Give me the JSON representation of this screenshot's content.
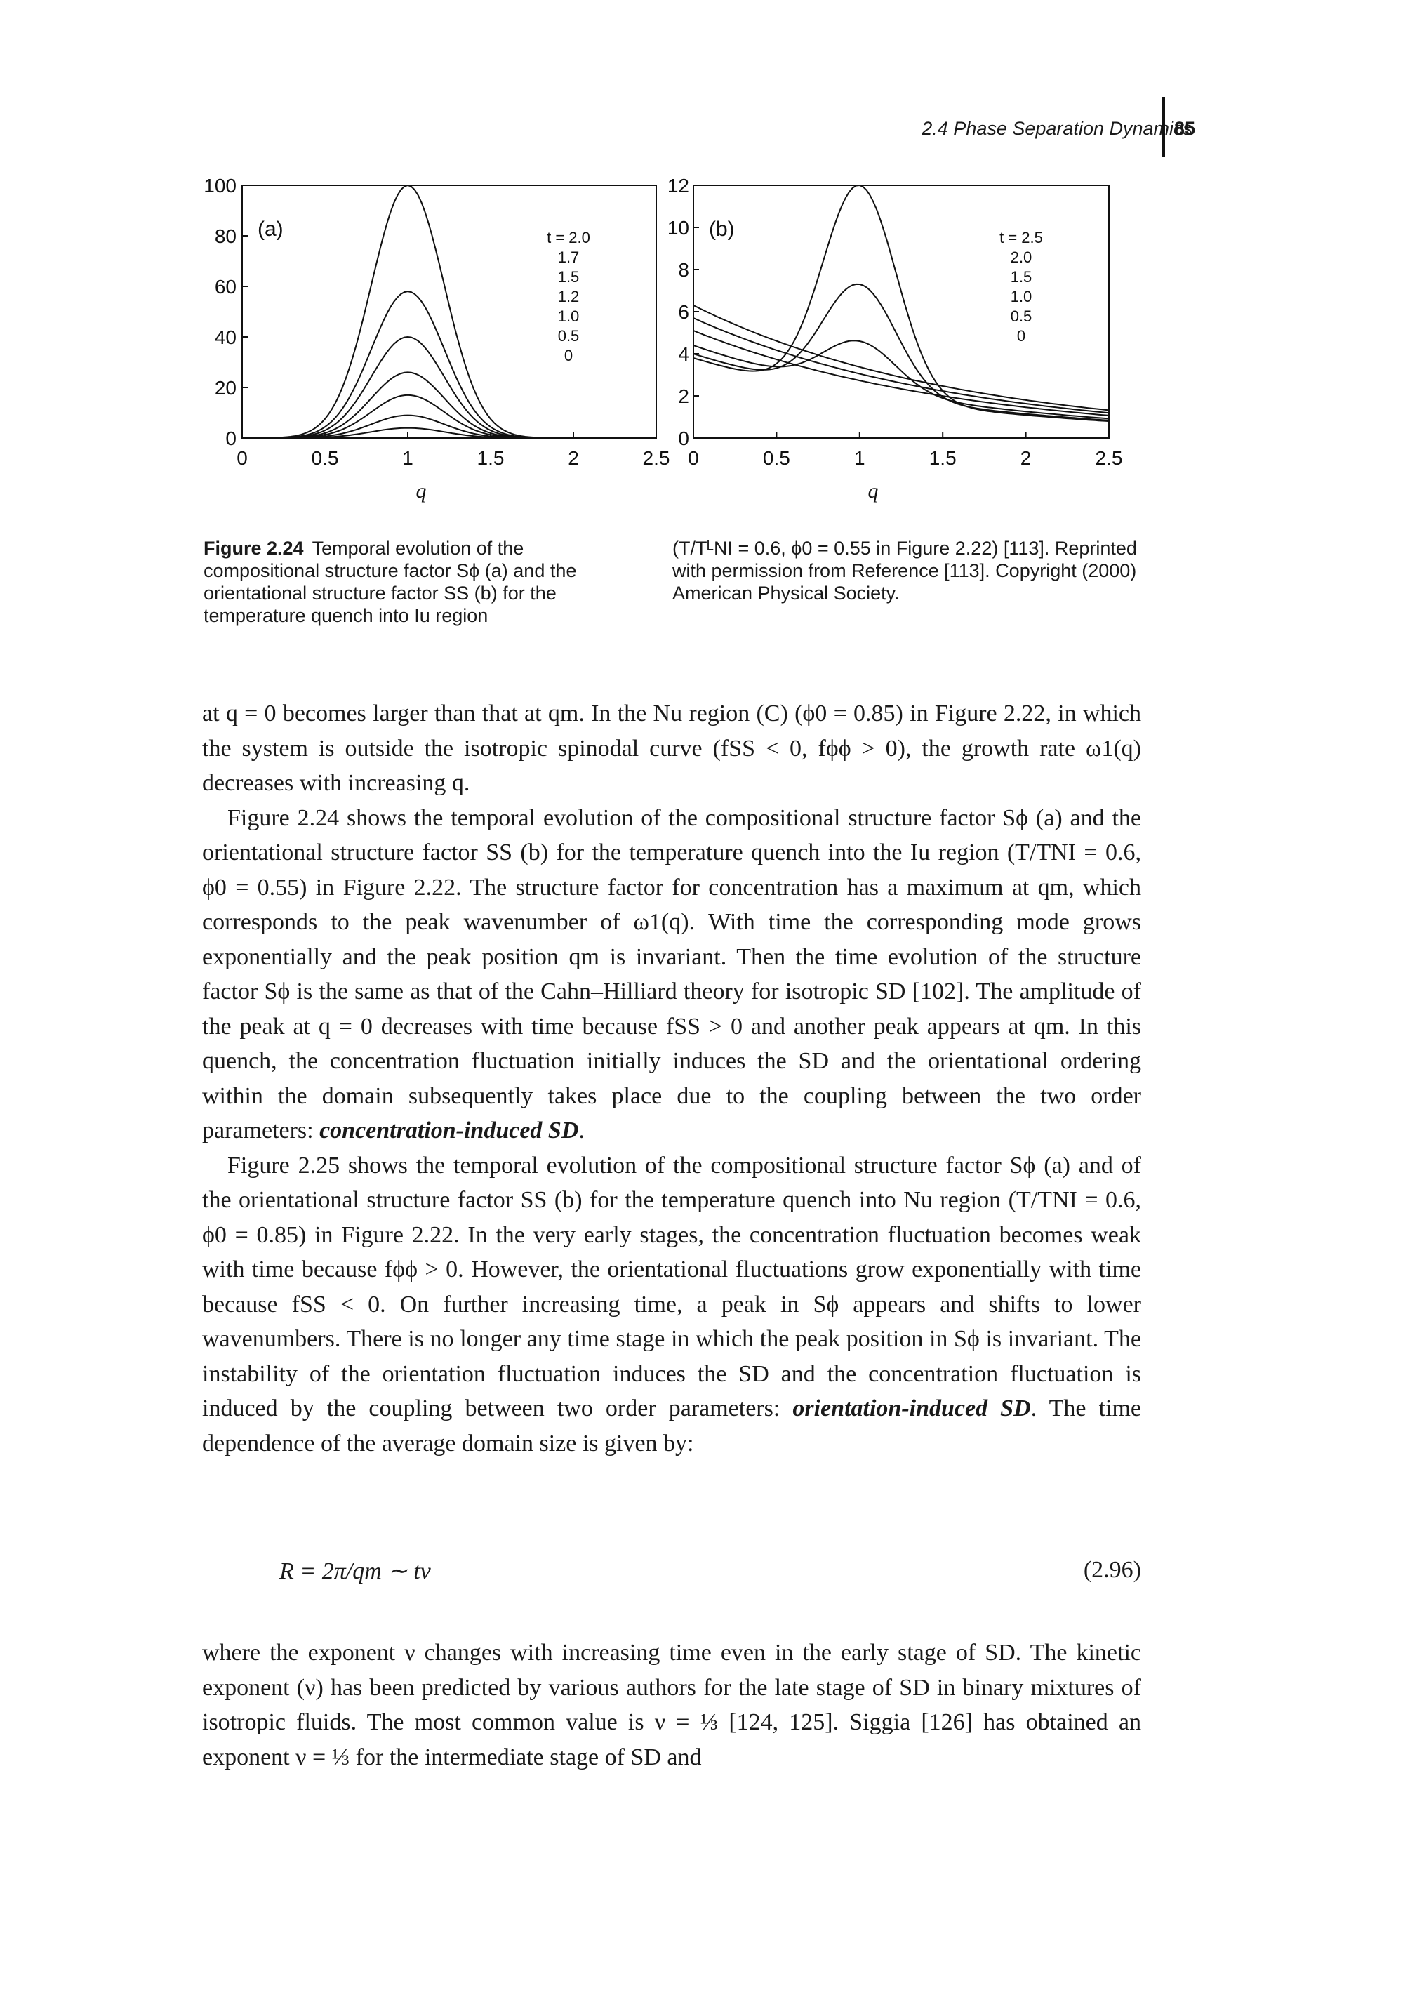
{
  "header": {
    "running_title": "2.4 Phase Separation Dynamics",
    "page_number": "85"
  },
  "figure": {
    "panel_a": {
      "label": "(a)",
      "xlabel": "q",
      "xticks": [
        "0",
        "0.5",
        "1",
        "1.5",
        "2",
        "2.5"
      ],
      "yticks": [
        "0",
        "20",
        "40",
        "60",
        "80",
        "100"
      ],
      "legend": [
        "t = 2.0",
        "1.7",
        "1.5",
        "1.2",
        "1.0",
        "0.5",
        "0"
      ]
    },
    "panel_b": {
      "label": "(b)",
      "xlabel": "q",
      "xticks": [
        "0",
        "0.5",
        "1",
        "1.5",
        "2",
        "2.5"
      ],
      "yticks": [
        "0",
        "2",
        "4",
        "6",
        "8",
        "10",
        "12"
      ],
      "legend": [
        "t = 2.5",
        "2.0",
        "1.5",
        "1.0",
        "0.5",
        "0"
      ]
    }
  },
  "chart_data": [
    {
      "type": "line",
      "panel": "(a)",
      "xlabel": "q",
      "ylabel": "",
      "xlim": [
        0,
        2.5
      ],
      "ylim": [
        0,
        100
      ],
      "series": [
        {
          "name": "t = 2.0",
          "peak_q": 1.0,
          "peak_value": 100,
          "value_at_q0": 0
        },
        {
          "name": "1.7",
          "peak_q": 1.0,
          "peak_value": 58,
          "value_at_q0": 0
        },
        {
          "name": "1.5",
          "peak_q": 1.0,
          "peak_value": 40,
          "value_at_q0": 0
        },
        {
          "name": "1.2",
          "peak_q": 1.0,
          "peak_value": 26,
          "value_at_q0": 0
        },
        {
          "name": "1.0",
          "peak_q": 1.0,
          "peak_value": 17,
          "value_at_q0": 0
        },
        {
          "name": "0.5",
          "peak_q": 1.0,
          "peak_value": 9,
          "value_at_q0": 0
        },
        {
          "name": "0",
          "peak_q": 1.0,
          "peak_value": 4,
          "value_at_q0": 0
        }
      ]
    },
    {
      "type": "line",
      "panel": "(b)",
      "xlabel": "q",
      "ylabel": "",
      "xlim": [
        0,
        2.5
      ],
      "ylim": [
        0,
        12
      ],
      "series": [
        {
          "name": "t = 2.5",
          "peak_q": 1.0,
          "peak_value": 12,
          "value_at_q0": 3.8
        },
        {
          "name": "2.0",
          "peak_q": 1.0,
          "peak_value": 7.3,
          "value_at_q0": 4.0
        },
        {
          "name": "1.5",
          "peak_q": 1.0,
          "peak_value": 4.6,
          "value_at_q0": 4.4
        },
        {
          "name": "1.0",
          "peak_q": 0.0,
          "peak_value": 5.1,
          "value_at_q0": 5.1
        },
        {
          "name": "0.5",
          "peak_q": 0.0,
          "peak_value": 5.7,
          "value_at_q0": 5.7
        },
        {
          "name": "0",
          "peak_q": 0.0,
          "peak_value": 6.3,
          "value_at_q0": 6.3
        }
      ]
    }
  ],
  "caption": {
    "label": "Figure 2.24",
    "text_left": "Temporal evolution of the compositional structure factor Sϕ (a) and the orientational structure factor SS (b) for the temperature quench into Iu region",
    "text_right": "(T/TᴸNI = 0.6, ϕ0 = 0.55 in Figure 2.22) [113]. Reprinted with permission from Reference [113]. Copyright (2000) American Physical Society."
  },
  "body": {
    "p1": "at q = 0 becomes larger than that at qm. In the Nu region (C) (ϕ0 = 0.85) in Figure 2.22, in which the system is outside the isotropic spinodal curve (fSS < 0, fϕϕ > 0), the growth rate ω1(q) decreases with increasing q.",
    "p2_a": "Figure 2.24 shows the temporal evolution of the compositional structure factor Sϕ (a) and the orientational structure factor SS (b) for the temperature quench into the Iu region (T/TNI = 0.6, ϕ0 = 0.55) in Figure 2.22. The structure factor for concentration has a maximum at qm, which corresponds to the peak wavenumber of ω1(q). With time the corresponding mode grows exponentially and the peak position qm is invariant. Then the time evolution of the structure factor Sϕ is the same as that of the Cahn–Hilliard theory for isotropic SD [102]. The amplitude of the peak at q = 0 decreases with time because fSS > 0 and another peak appears at qm. In this quench, the concentration fluctuation initially induces the SD and the orientational ordering within the domain subsequently takes place due to the coupling between the two order parameters: ",
    "p2_em": "concentration-induced SD",
    "p2_end": ".",
    "p3_a": "Figure 2.25 shows the temporal evolution of the compositional structure factor Sϕ (a) and of the orientational structure factor SS (b) for the temperature quench into Nu region (T/TNI = 0.6, ϕ0 = 0.85) in Figure 2.22. In the very early stages, the concentration fluctuation becomes weak with time because fϕϕ > 0. However, the orientational fluctuations grow exponentially with time because fSS < 0. On further increasing time, a peak in Sϕ appears and shifts to lower wavenumbers. There is no longer any time stage in which the peak position in Sϕ is invariant. The instability of the orientation fluctuation induces the SD and the concentration fluctuation is induced by the coupling between two order parameters: ",
    "p3_em": "orientation-induced SD",
    "p3_end": ". The time dependence of the average domain size is given by:",
    "equation": "R = 2π/qm ∼ tν",
    "equation_number": "(2.96)",
    "p4": "where the exponent ν changes with increasing time even in the early stage of SD. The kinetic exponent (ν) has been predicted by various authors for the late stage of SD in binary mixtures of isotropic fluids. The most common value is ν = ⅓ [124, 125]. Siggia [126] has obtained an exponent ν = ⅓ for the intermediate stage of SD and"
  }
}
